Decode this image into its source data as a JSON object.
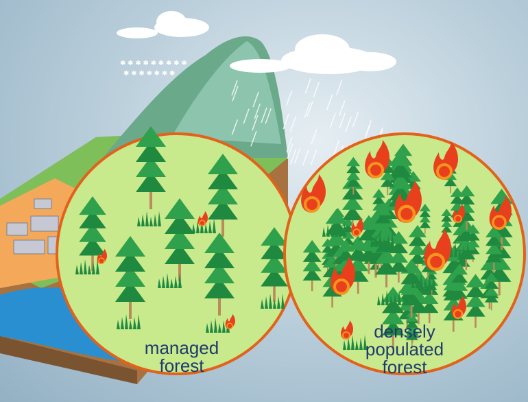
{
  "labels": {
    "managed": [
      "managed",
      "forest"
    ],
    "dense": [
      "densely",
      "populated",
      "forest"
    ]
  },
  "colors": {
    "circle_fill": "#c8e98c",
    "circle_border": "#e2621b",
    "tree_dark": "#1f8a3f",
    "tree_light": "#2fa04c",
    "trunk": "#b98a5a",
    "fire": "#f7941d",
    "water": "#2a8fd0"
  }
}
